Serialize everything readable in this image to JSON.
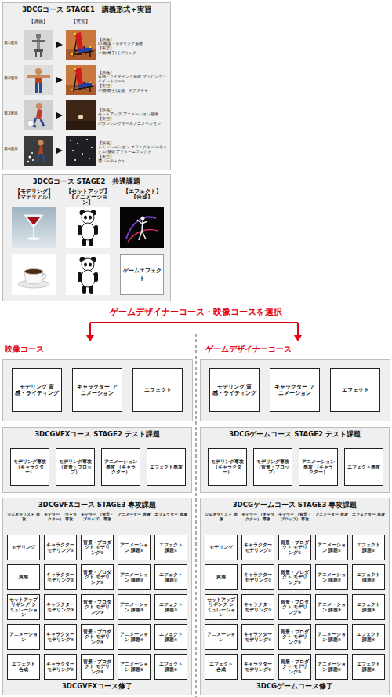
{
  "diagram": {
    "nodes": [
      {
        "text": [
          "3DCGコース STAGE1　講義形式＋実習"
        ]
      },
      {
        "text": [
          "第1週目",
          "【講義】",
          "CG概論・モデリング基礎",
          "【実習】",
          "小物(椅子)モデリング"
        ],
        "in": 0
      },
      {
        "text": [
          "第2週目",
          "【講義】",
          "質感・ライティング基礎 マッピング・ペイントツール",
          "【実習】",
          "小物(椅子)質感、テクスチャ"
        ],
        "in": 0
      },
      {
        "text": [
          "第3週目",
          "【講義】",
          "セットアップ アニメーション基礎",
          "【実習】",
          "バウンシングボールアニメーション"
        ],
        "in": 0
      },
      {
        "text": [
          "第4週目",
          "【講義】",
          "シミュレーション エフェクト(パーティクル)基礎 アフターエフェクト",
          "【実習】",
          "雪パーティクル"
        ],
        "in": 0
      },
      {
        "text": [
          "3DCGコース STAGE2　共通課題"
        ]
      },
      {
        "text": [
          "ゲームエフェクト"
        ],
        "in": 5
      },
      {
        "text": [
          "モデリング 質感・ライティング"
        ]
      },
      {
        "text": [
          "キャラクター アニメーション"
        ]
      },
      {
        "text": [
          "エフェクト"
        ]
      },
      {
        "text": [
          "3DCGVFXコース STAGE2 テスト課題"
        ]
      },
      {
        "text": [
          "モデリング専攻 （キャラクター）"
        ],
        "in": 10
      },
      {
        "text": [
          "モデリング専攻 （背景・プロップ）"
        ],
        "in": 10
      },
      {
        "text": [
          "アニメーション専攻 （キャラクター）"
        ],
        "in": 10
      },
      {
        "text": [
          "エフェクト専攻"
        ],
        "in": 10
      },
      {
        "text": [
          "3DCGVFXコース STAGE3 専攻課題",
          "3DCGVFXコース修了"
        ]
      },
      {
        "text": [
          "モデリング"
        ],
        "in": 15
      },
      {
        "text": [
          "キャラクター モデリング①"
        ],
        "in": 15
      },
      {
        "text": [
          "背景・プロダクト モデリング①"
        ],
        "in": 15
      },
      {
        "text": [
          "アニメーション 課題①"
        ],
        "in": 15
      },
      {
        "text": [
          "エフェクト 課題①"
        ],
        "in": 15
      },
      {
        "text": [
          "質感"
        ],
        "in": 15
      },
      {
        "text": [
          "キャラクター モデリング②"
        ],
        "in": 15
      },
      {
        "text": [
          "背景・プロダクト モデリング②"
        ],
        "in": 15
      },
      {
        "text": [
          "アニメーション 課題②"
        ],
        "in": 15
      },
      {
        "text": [
          "エフェクト 課題②"
        ],
        "in": 15
      },
      {
        "text": [
          "セットアップ リギング シミュレーション"
        ],
        "in": 15
      },
      {
        "text": [
          "キャラクター モデリング③"
        ],
        "in": 15
      },
      {
        "text": [
          "背景・プロダクト モデリング③"
        ],
        "in": 15
      },
      {
        "text": [
          "アニメーション 課題③"
        ],
        "in": 15
      },
      {
        "text": [
          "エフェクト 課題③"
        ],
        "in": 15
      },
      {
        "text": [
          "アニメーション"
        ],
        "in": 15
      },
      {
        "text": [
          "キャラクター モデリング④"
        ],
        "in": 15
      },
      {
        "text": [
          "背景・プロダクト モデリング④"
        ],
        "in": 15
      },
      {
        "text": [
          "アニメーション 課題④"
        ],
        "in": 15
      },
      {
        "text": [
          "エフェクト 課題④"
        ],
        "in": 15
      },
      {
        "text": [
          "エフェクト 合成"
        ],
        "in": 15
      },
      {
        "text": [
          "キャラクター モデリング⑤"
        ],
        "in": 15
      },
      {
        "text": [
          "背景・プロダクト モデリング⑤"
        ],
        "in": 15
      },
      {
        "text": [
          "アニメーション 課題⑤"
        ],
        "in": 15
      },
      {
        "text": [
          "エフェクト 課題⑤"
        ],
        "in": 15
      },
      {
        "text": [
          "モデリング 質感・ライティング"
        ]
      },
      {
        "text": [
          "キャラクター アニメーション"
        ]
      },
      {
        "text": [
          "エフェクト"
        ]
      },
      {
        "text": [
          "3DCGゲームコース STAGE2 テスト課題"
        ]
      },
      {
        "text": [
          "モデリング専攻 （キャラクター）"
        ],
        "in": 44
      },
      {
        "text": [
          "モデリング専攻 （背景・プロップ）"
        ],
        "in": 44
      },
      {
        "text": [
          "アニメーション専攻 （キャラクター）"
        ],
        "in": 44
      },
      {
        "text": [
          "エフェクト専攻"
        ],
        "in": 44
      },
      {
        "text": [
          "3DCGゲームコース STAGE3 専攻課題",
          "3DCGゲームコース修了"
        ]
      },
      {
        "text": [
          "モデリング"
        ],
        "in": 49
      },
      {
        "text": [
          "キャラクター モデリング①"
        ],
        "in": 49
      },
      {
        "text": [
          "背景・プロダクト モデリング①"
        ],
        "in": 49
      },
      {
        "text": [
          "アニメーション 課題①"
        ],
        "in": 49
      },
      {
        "text": [
          "エフェクト 課題①"
        ],
        "in": 49
      },
      {
        "text": [
          "質感"
        ],
        "in": 49
      },
      {
        "text": [
          "キャラクター モデリング②"
        ],
        "in": 49
      },
      {
        "text": [
          "背景・プロダクト モデリング②"
        ],
        "in": 49
      },
      {
        "text": [
          "アニメーション 課題②"
        ],
        "in": 49
      },
      {
        "text": [
          "エフェクト 課題②"
        ],
        "in": 49
      },
      {
        "text": [
          "セットアップ リギング シミュレーション"
        ],
        "in": 49
      },
      {
        "text": [
          "キャラクター モデリング③"
        ],
        "in": 49
      },
      {
        "text": [
          "背景・プロダクト モデリング③"
        ],
        "in": 49
      },
      {
        "text": [
          "アニメーション 課題③"
        ],
        "in": 49
      },
      {
        "text": [
          "エフェクト 課題③"
        ],
        "in": 49
      },
      {
        "text": [
          "アニメーション"
        ],
        "in": 49
      },
      {
        "text": [
          "キャラクター モデリング④"
        ],
        "in": 49
      },
      {
        "text": [
          "背景・プロダクト モデリング④"
        ],
        "in": 49
      },
      {
        "text": [
          "アニメーション 課題④"
        ],
        "in": 49
      },
      {
        "text": [
          "エフェクト 課題④"
        ],
        "in": 49
      },
      {
        "text": [
          "エフェクト 合成"
        ],
        "in": 49
      },
      {
        "text": [
          "キャラクター モデリング⑤"
        ],
        "in": 49
      },
      {
        "text": [
          "背景・プロダクト モデリング⑤"
        ],
        "in": 49
      },
      {
        "text": [
          "アニメーション 課題⑤"
        ],
        "in": 49
      },
      {
        "text": [
          "エフェクト 課題⑤"
        ],
        "in": 49
      }
    ],
    "labels": [
      "【講義】",
      "【実習】",
      "【モデリング】 【マテリアル】",
      "【セットアップ】 【アニメーション】",
      "【エフェクト】 【合成】",
      "ゲームデザイナーコース・映像コースを選択",
      "映像コース",
      "ゲームデザイナーコース",
      "ジェネラリスト 専攻",
      "モデラー （キャラクター） 専攻",
      "モデラー （背景・プロップ） 専攻",
      "アニメーター 専攻",
      "エフェクター 専攻",
      "ジェネラリスト 専攻",
      "モデラー （キャラクター） 専攻",
      "モデラー （背景・プロップ） 専攻",
      "アニメーター 専攻",
      "エフェクター 専攻"
    ]
  }
}
